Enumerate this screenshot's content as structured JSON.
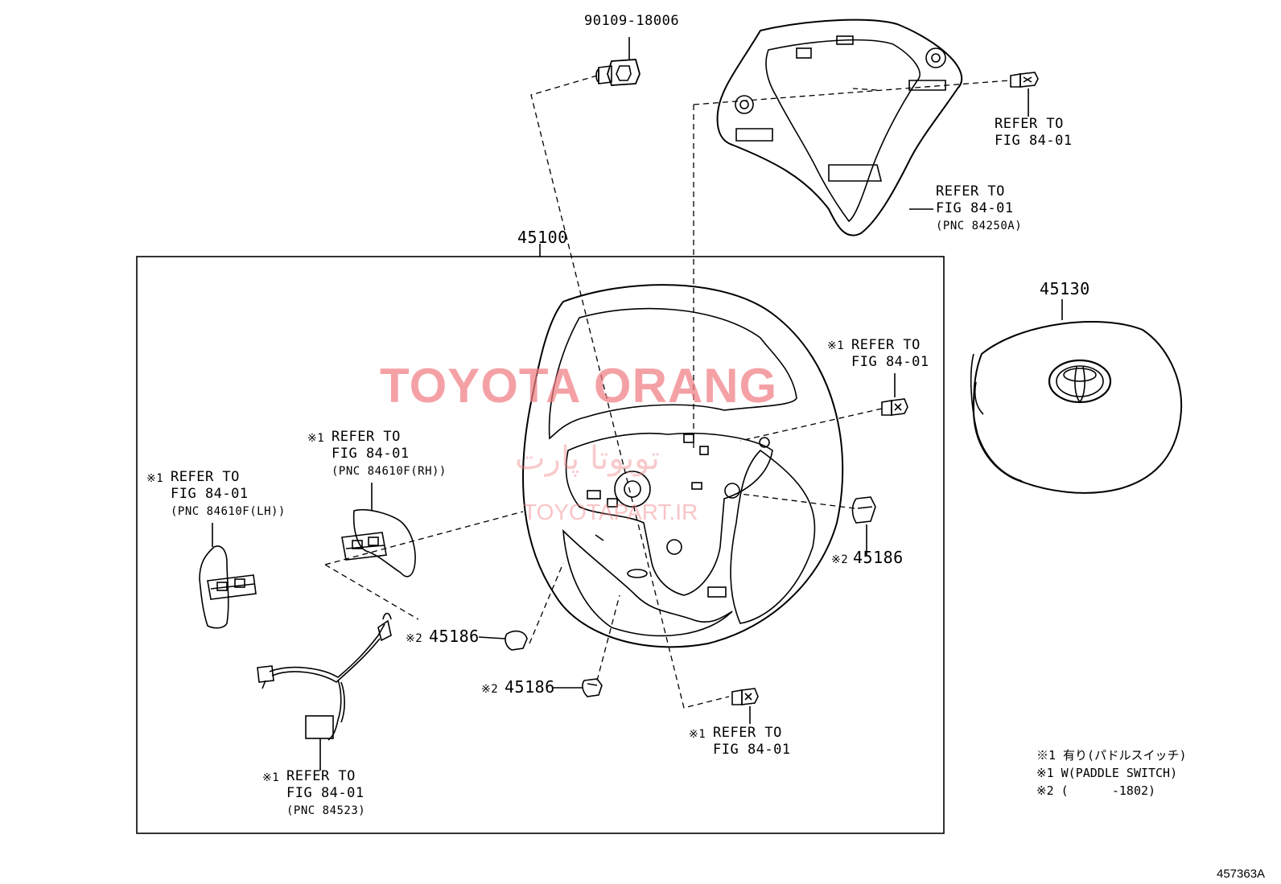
{
  "watermark": {
    "brand": "TOYOTA ORANG",
    "url": "TOYOTAPART.IR",
    "arabic": "تویوتا پارت"
  },
  "parts": {
    "bolt_top": "90109-18006",
    "wheel_assembly": "45100",
    "airbag": "45130",
    "cover_right": "45186",
    "cover_lower_left": "45186",
    "cover_bottom": "45186"
  },
  "marks": {
    "m1": "※1",
    "m2": "※2"
  },
  "refs": {
    "ref_line": "REFER TO",
    "fig": "FIG 84-01",
    "pnc_84250a": "(PNC 84250A)",
    "pnc_rh": "(PNC 84610F(RH))",
    "pnc_lh": "(PNC 84610F(LH))",
    "pnc_84523": "(PNC 84523)"
  },
  "notes": {
    "line1": "※1 有り(パドルスイッチ)",
    "line2": "※1 W(PADDLE SWITCH)",
    "line3": "※2 (      -1802)"
  },
  "figure_id": "457363A"
}
